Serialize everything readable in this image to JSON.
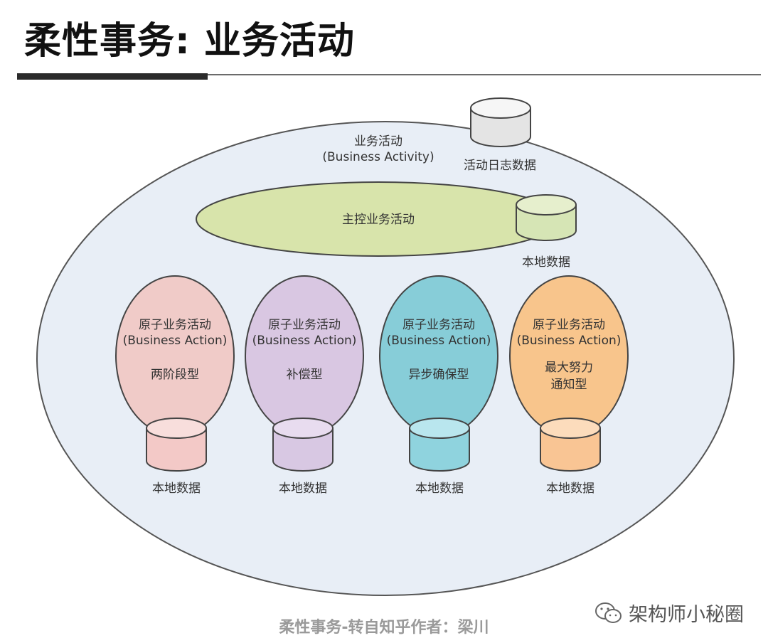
{
  "title": "柔性事务: 业务活动",
  "outer": {
    "line1": "业务活动",
    "line2": "(Business Activity)"
  },
  "log_db_label": "活动日志数据",
  "master": {
    "label": "主控业务活动",
    "db_label": "本地数据"
  },
  "actions": [
    {
      "line1": "原子业务活动",
      "line2": "(Business Action)",
      "type": [
        "两阶段型"
      ],
      "db_label": "本地数据",
      "color": "#f0cbc8",
      "db_color": "#f3c9c7"
    },
    {
      "line1": "原子业务活动",
      "line2": "(Business Action)",
      "type": [
        "补偿型"
      ],
      "db_label": "本地数据",
      "color": "#d9c7e2",
      "db_color": "#d8c8e3"
    },
    {
      "line1": "原子业务活动",
      "line2": "(Business Action)",
      "type": [
        "异步确保型"
      ],
      "db_label": "本地数据",
      "color": "#87cdd8",
      "db_color": "#8fd3de"
    },
    {
      "line1": "原子业务活动",
      "line2": "(Business Action)",
      "type": [
        "最大努力",
        "通知型"
      ],
      "db_label": "本地数据",
      "color": "#f8c58c",
      "db_color": "#f9c594"
    }
  ],
  "colors": {
    "outer_fill": "#e8eef6",
    "master_fill": "#d8e4ab",
    "master_db": "#d6e5b5",
    "log_db": "#e4e4e4"
  },
  "footer": "柔性事务-转自知乎作者：梁川",
  "watermark": "架构师小秘圈"
}
